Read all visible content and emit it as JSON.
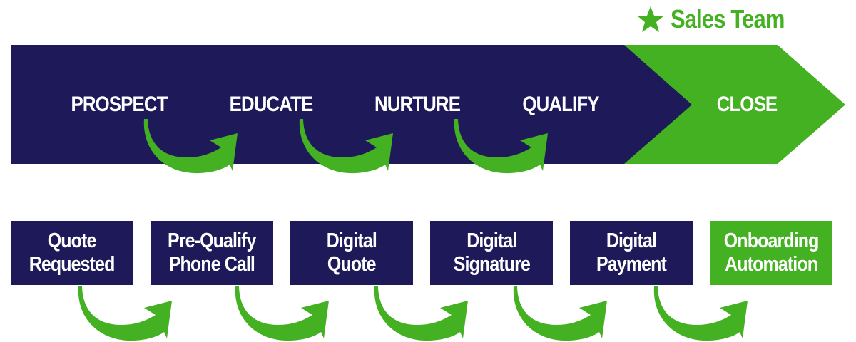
{
  "legend": {
    "icon": "star-icon",
    "label": "Sales Team"
  },
  "stages": [
    "PROSPECT",
    "EDUCATE",
    "NURTURE",
    "QUALIFY",
    "CLOSE"
  ],
  "steps": [
    {
      "line1": "Quote",
      "line2": "Requested"
    },
    {
      "line1": "Pre-Qualify",
      "line2": "Phone Call"
    },
    {
      "line1": "Digital",
      "line2": "Quote"
    },
    {
      "line1": "Digital",
      "line2": "Signature"
    },
    {
      "line1": "Digital",
      "line2": "Payment"
    },
    {
      "line1": "Onboarding",
      "line2": "Automation"
    }
  ],
  "colors": {
    "navy": "#1e1a5a",
    "green": "#43b121",
    "text": "#ffffff"
  }
}
